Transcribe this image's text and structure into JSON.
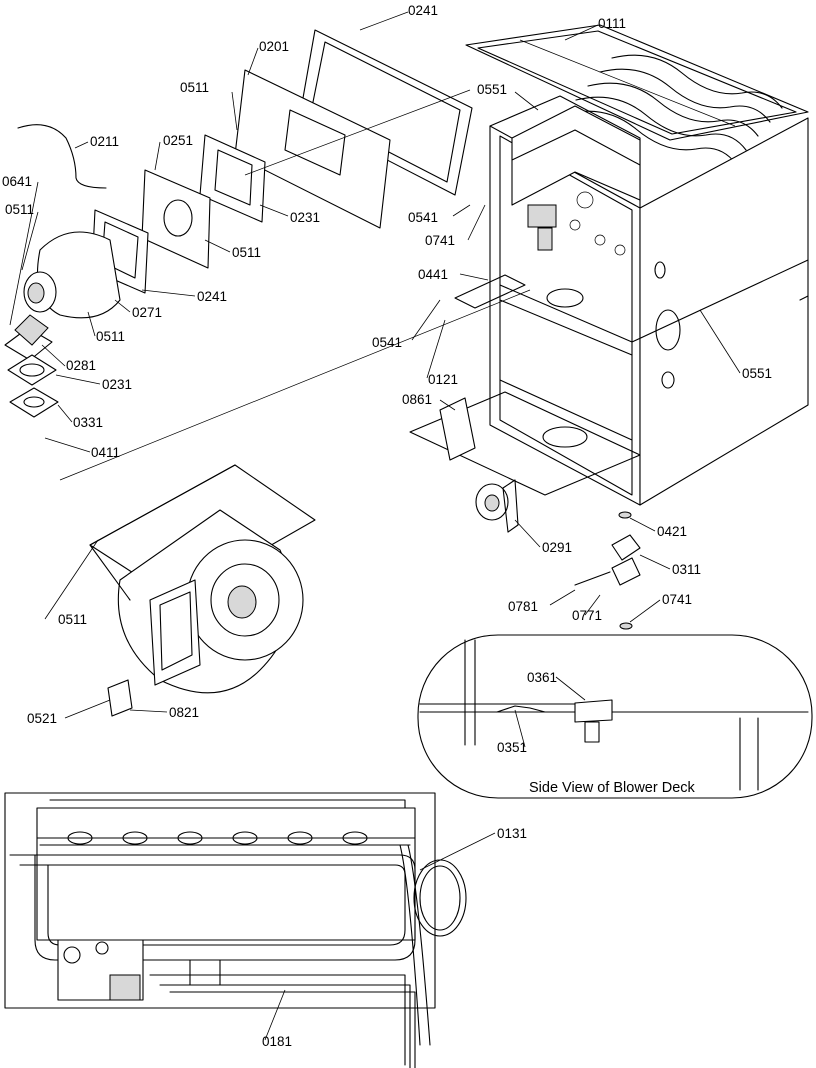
{
  "labels": {
    "p0241_top": "0241",
    "p0201": "0201",
    "p0111": "0111",
    "p0511_a": "0511",
    "p0551_a": "0551",
    "p0211": "0211",
    "p0251": "0251",
    "p0641": "0641",
    "p0511_b": "0511",
    "p0231_a": "0231",
    "p0541_a": "0541",
    "p0741_a": "0741",
    "p0511_c": "0511",
    "p0441": "0441",
    "p0241_mid": "0241",
    "p0271": "0271",
    "p0511_d": "0511",
    "p0541_b": "0541",
    "p0121": "0121",
    "p0551_b": "0551",
    "p0281": "0281",
    "p0231_b": "0231",
    "p0861": "0861",
    "p0331": "0331",
    "p0411": "0411",
    "p0421": "0421",
    "p0291": "0291",
    "p0311": "0311",
    "p0781": "0781",
    "p0771": "0771",
    "p0741_b": "0741",
    "p0511_e": "0511",
    "p0361": "0361",
    "p0351": "0351",
    "p0521": "0521",
    "p0821": "0821",
    "p0131": "0131",
    "p0181": "0181"
  },
  "inset": {
    "caption": "Side View of Blower Deck"
  }
}
